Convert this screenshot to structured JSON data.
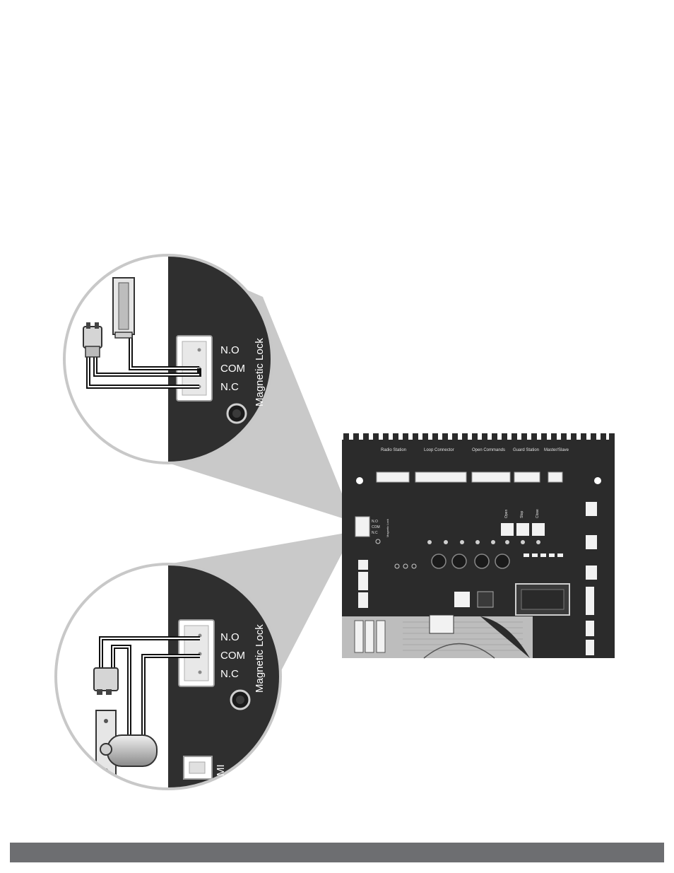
{
  "callout_top": {
    "terminal_labels": [
      "N.O",
      "COM",
      "N.C"
    ],
    "connector_label": "Magnetic Lock"
  },
  "callout_bottom": {
    "terminal_labels": [
      "N.O",
      "COM",
      "N.C"
    ],
    "connector_label": "Magnetic Lock",
    "partial_label": "MI"
  },
  "board": {
    "header_labels": [
      "Radio Station",
      "Loop Connector",
      "Open Commands",
      "Guard Station",
      "Master/Slave"
    ],
    "side_connector_labels": [
      "N.O",
      "COM",
      "N.C"
    ],
    "side_connector_title": "Magnetic Lock",
    "button_labels": [
      "Open",
      "Stop",
      "Close"
    ]
  },
  "colors": {
    "board": "#2b2b2b",
    "callout_bg": "#3a3a3a",
    "funnel": "#c8c8c8",
    "footer": "#6d6e71"
  }
}
